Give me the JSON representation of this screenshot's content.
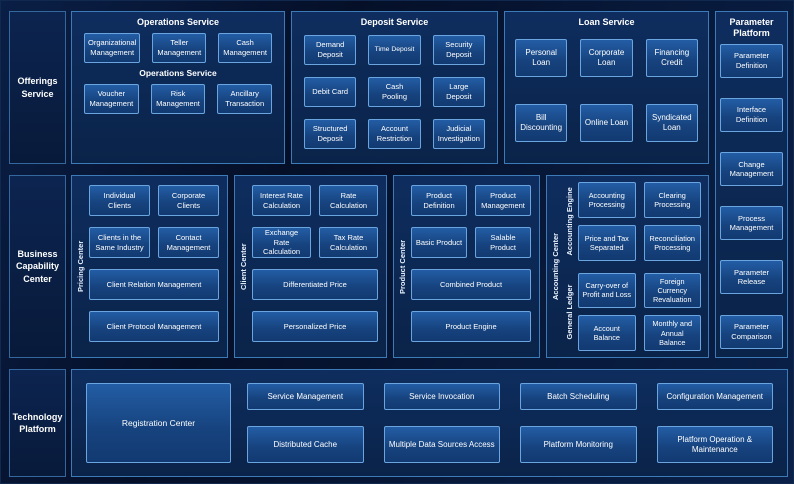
{
  "rails": {
    "offerings": "Offerings Service",
    "business": "Business Capability Center",
    "technology": "Technology Platform"
  },
  "operations": {
    "title": "Operations Service",
    "subtitle": "Operations Service",
    "row1": [
      "Organizational Management",
      "Teller Management",
      "Cash Management"
    ],
    "row2": [
      "Voucher Management",
      "Risk Management",
      "Ancillary Transaction"
    ]
  },
  "deposit": {
    "title": "Deposit Service",
    "items": [
      "Demand Deposit",
      "Time Deposit",
      "Security Deposit",
      "Debit Card",
      "Cash Pooling",
      "Large Deposit",
      "Structured Deposit",
      "Account Restriction",
      "Judicial Investigation"
    ]
  },
  "loan": {
    "title": "Loan Service",
    "items": [
      "Personal Loan",
      "Corporate Loan",
      "Financing Credit",
      "Bill Discounting",
      "Online Loan",
      "Syndicated Loan"
    ]
  },
  "parameter": {
    "title": "Parameter Platform",
    "items": [
      "Parameter Definition",
      "Interface Definition",
      "Change Management",
      "Process Management",
      "Parameter Release",
      "Parameter Comparison"
    ]
  },
  "pricing_center": {
    "label": "Pricing Center",
    "items": [
      "Individual Clients",
      "Corporate Clients",
      "Clients in the Same Industry",
      "Contact Management"
    ],
    "wide": [
      "Client Relation Management",
      "Client Protocol Management"
    ]
  },
  "client_center": {
    "label": "Client Center",
    "items": [
      "Interest Rate Calculation",
      "Rate Calculation",
      "Exchange Rate Calculation",
      "Tax Rate Calculation"
    ],
    "wide": [
      "Differentiated Price",
      "Personalized Price"
    ]
  },
  "product_center": {
    "label": "Product Center",
    "items": [
      "Product Definition",
      "Product Management",
      "Basic Product",
      "Salable Product"
    ],
    "wide": [
      "Combined Product",
      "Product Engine"
    ]
  },
  "accounting": {
    "label": "Accounting Center",
    "engine": {
      "label": "Accounting Engine",
      "items": [
        "Accounting Processing",
        "Clearing Processing",
        "Price and Tax Separated",
        "Reconciliation Processing"
      ]
    },
    "ledger": {
      "label": "General Ledger",
      "items": [
        "Carry-over of Profit and Loss",
        "Foreign Currency Revaluation",
        "Account Balance",
        "Monthly and Annual Balance"
      ]
    }
  },
  "technology": {
    "registration": "Registration Center",
    "row1": [
      "Service Management",
      "Service Invocation",
      "Batch Scheduling",
      "Configuration Management"
    ],
    "row2": [
      "Distributed Cache",
      "Multiple Data Sources Access",
      "Platform Monitoring",
      "Platform Operation & Maintenance"
    ]
  },
  "colors": {
    "background": "#081a3c",
    "panel": "#0e2d5e",
    "box_fill": "#1b4c8e",
    "box_border": "#6aa5e0",
    "panel_border": "#3d7ab8"
  }
}
